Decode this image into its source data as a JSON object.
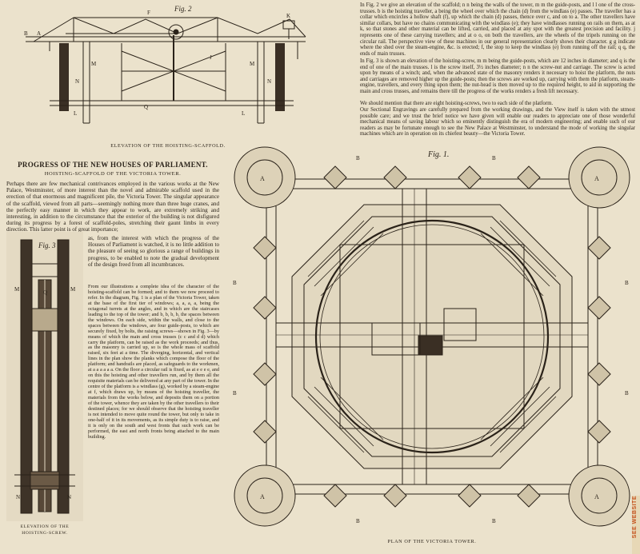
{
  "fig2": {
    "label": "Fig. 2",
    "caption": "ELEVATION OF THE HOISTING-SCAFFOLD.",
    "letters": [
      "B",
      "F",
      "A",
      "K",
      "N",
      "N",
      "L",
      "L",
      "Q",
      "M",
      "M",
      "J"
    ]
  },
  "article": {
    "title": "PROGRESS OF THE NEW HOUSES OF PARLIAMENT.",
    "subtitle": "HOISTING-SCAFFOLD OF THE VICTORIA TOWER.",
    "intro": "Perhaps there are few mechanical contrivances employed in the various works at the New Palace, Westminster, of more interest than the novel and admirable scaffold used in the erection of that enormous and magnificent pile, the Victoria Tower. The singular appearance of the scaffold, viewed from all parts—seemingly nothing more than three huge cranes, and the perfectly easy manner in which they appear to work, are extremely striking and interesting, in addition to the circumstance that the exterior of the building is not disfigured during its progress by a forest of scaffold-poles, stretching their gaunt limbs in every direction. This latter point is of great importance;",
    "col_a": "as, from the interest with which the progress of the Houses of Parliament is watched, it is no little addition to the pleasure of seeing so glorious a range of buildings in progress, to be enabled to note the gradual development of the design freed from all incumbrances.",
    "col_b": "From our illustrations a complete idea of the character of the hoisting-scaffold can be formed; and to them we now proceed to refer. In the diagram, Fig. 1 is a plan of the Victoria Tower, taken at the base of the first tier of windows; a, a, a, a, being the octagonal turrets at the angles, and in which are the staircases leading to the top of the tower; and b, b, b, b, the spaces between the windows. On each side, within the walls, and close to the spaces between the windows, are four guide-posts, to which are securely fixed, by bolts, the raising screws—shown in Fig. 3—by means of which the main and cross trusses (c c and d d) which carry the platform, can be raised as the work proceeds; and thus, as the masonry is carried up, so is the whole mass of scaffold raised, six feet at a time. The diverging, horizontal, and vertical lines in the plan show the planks which compose the floor of the platform; and handrails are placed, as safeguards to the workmen, at a a a a a a. On the floor a circular rail is fixed, as at e e e e, and on this the hoisting and other travellers run, and by them all the requisite materials can be delivered at any part of the tower. In the centre of the platform is a windlass (g), worked by a steam-engine at f, which draws up, by means of the hoisting traveller, the materials from the works below, and deposits them on a portion of the tower, whence they are taken by the other travellers to their destined places; for we should observe that the hoisting traveller is not intended to move quite round the tower, but only to take in one-half of it in its movements, as its simple duty is to raise, and it is only on the south and west fronts that such work can be performed, the east and north fronts being attached to the main building."
  },
  "fig3": {
    "label": "Fig. 3",
    "caption_line1": "ELEVATION OF THE",
    "caption_line2": "HOISTING-SCREW.",
    "letters": [
      "M",
      "Q",
      "M",
      "N",
      "N"
    ]
  },
  "right_text": {
    "p1": "In Fig. 2 we give an elevation of the scaffold; n n being the walls of the tower, m m the guide-posts, and l l one of the cross-trusses. b is the hoisting traveller, a being the wheel over which the chain (d) from the windlass (e) passes. The traveller has a collar which encircles a hollow shaft (f), up which the chain (d) passes, thence over c, and on to a. The other travellers have similar collars, but have no chains communicating with the windlass (e); they have windlasses running on rails on them, as at k, so that stones and other material can be lifted, carried, and placed at any spot with the greatest precision and facility. j represents one of these carrying travellers; and at o o, on both the travellers, are the wheels of the tripels running on the circular rail. The perspective view of these machines in our general representation clearly shows their character. g g indicate where the shed over the steam-engine, &c. is erected; f, the stop to keep the windlass (e) from running off the rail; q q, the ends of main trusses.",
    "p2": "In Fig. 3 is shown an elevation of the hoisting-screw, m m being the guide-posts, which are 12 inches in diameter; and q is the end of one of the main trusses. l is the screw itself, 3½ inches diameter; n n the screw-nut and carriage. The screw is acted upon by means of a winch; and, when the advanced state of the masonry renders it necessary to hoist the platform, the nuts and carriages are removed higher up the guide-posts; then the screws are worked up, carrying with them the platform, steam-engine, travellers, and every thing upon them; the nut-head is then moved up to the required height, to aid in supporting the main and cross trusses, and remains there till the progress of the works renders a fresh lift necessary.",
    "p3": "We should mention that there are eight hoisting-screws, two to each side of the platform.",
    "p4": "Our Sectional Engravings are carefully prepared from the working drawings, and the View itself is taken with the utmost possible care; and we trust the brief notice we have given will enable our readers to appreciate one of those wonderful mechanical means of saving labour which so eminently distinguish the era of modern engineering; and enable such of our readers as may be fortunate enough to see the New Palace at Westminster, to understand the mode of working the singular machines which are in operation on its chiefest beauty—the Victoria Tower."
  },
  "fig1": {
    "label": "Fig. 1.",
    "caption": "PLAN OF THE VICTORIA TOWER.",
    "letters": [
      "A",
      "A",
      "A",
      "A",
      "B",
      "B",
      "B",
      "B",
      "B",
      "B",
      "B",
      "B"
    ]
  },
  "stamp": "SEE WEBSITE"
}
